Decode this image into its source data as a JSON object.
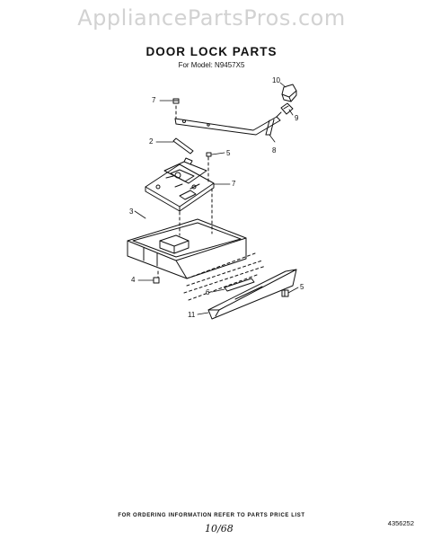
{
  "watermark": "AppliancePartsPros.com",
  "title": "DOOR LOCK PARTS",
  "subtitle": "For Model: N9457X5",
  "callouts": [
    "10",
    "7",
    "9",
    "2",
    "5",
    "8",
    "7",
    "3",
    "4",
    "6",
    "5",
    "11"
  ],
  "footer": "FOR ORDERING INFORMATION REFER TO PARTS PRICE LIST",
  "part_number": "4356252",
  "handwritten_note": "10/68"
}
